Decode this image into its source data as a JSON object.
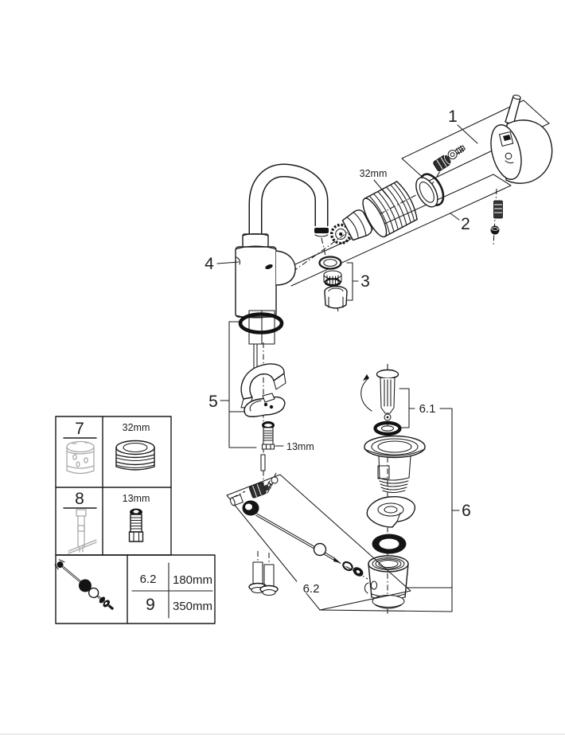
{
  "figure": {
    "type": "exploded-parts-diagram",
    "background": "#ffffff",
    "line_color": "#1a1a1a",
    "tool_color": "#a9a9a9"
  },
  "callouts": {
    "c1": "1",
    "c2": "2",
    "c3": "3",
    "c4": "4",
    "c5": "5",
    "c6": "6",
    "c61": "6.1",
    "c62": "6.2"
  },
  "dimensions": {
    "cartridge_nut": "32mm",
    "lift_rod_nut": "13mm"
  },
  "table": {
    "tools": [
      {
        "ref": "7",
        "size": "32mm"
      },
      {
        "ref": "8",
        "size": "13mm"
      }
    ],
    "lengths": [
      {
        "ref": "6.2",
        "value": "180mm"
      },
      {
        "ref": "9",
        "value": "350mm"
      }
    ]
  }
}
